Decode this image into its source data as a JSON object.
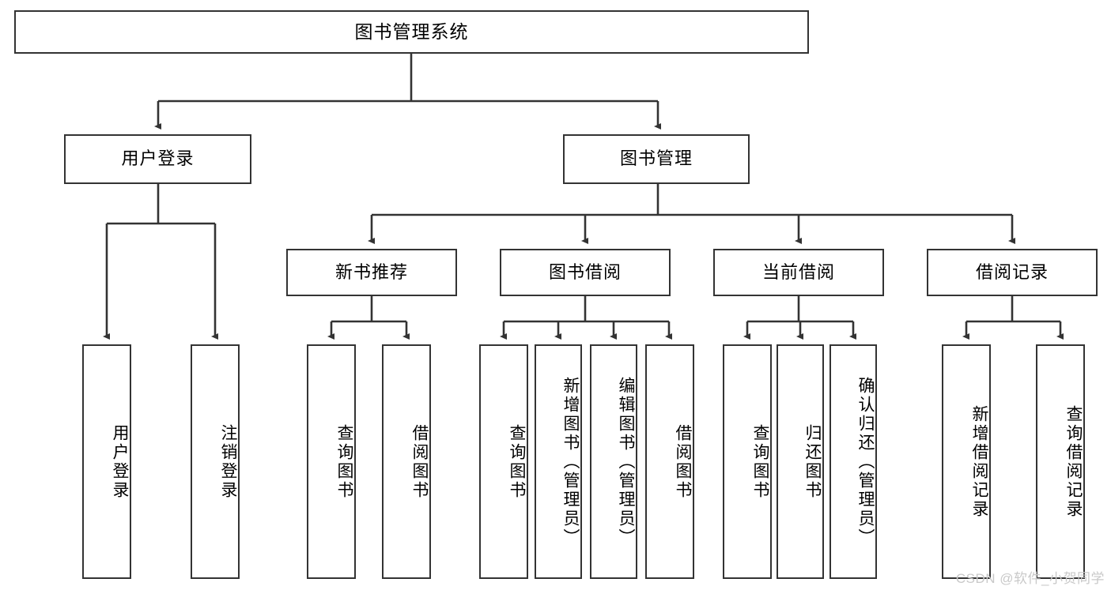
{
  "diagram": {
    "type": "tree-hierarchy",
    "root": {
      "label": "图书管理系统"
    },
    "level2": [
      {
        "label": "用户登录"
      },
      {
        "label": "图书管理"
      }
    ],
    "level3": [
      {
        "label": "新书推荐"
      },
      {
        "label": "图书借阅"
      },
      {
        "label": "当前借阅"
      },
      {
        "label": "借阅记录"
      }
    ],
    "leaves": {
      "user_login": [
        {
          "label": "用户登录"
        },
        {
          "label": "注销登录"
        }
      ],
      "new_book_recommend": [
        {
          "label": "查询图书"
        },
        {
          "label": "借阅图书"
        }
      ],
      "book_borrow": [
        {
          "label": "查询图书"
        },
        {
          "label": "新增图书（管理员）"
        },
        {
          "label": "编辑图书（管理员）"
        },
        {
          "label": "借阅图书"
        }
      ],
      "current_borrow": [
        {
          "label": "查询图书"
        },
        {
          "label": "归还图书"
        },
        {
          "label": "确认归还（管理员）"
        }
      ],
      "borrow_record": [
        {
          "label": "新增借阅记录"
        },
        {
          "label": "查询借阅记录"
        }
      ]
    }
  },
  "watermark": {
    "text": "CSDN @软件_小贺同学"
  },
  "colors": {
    "stroke": "#333333",
    "box_fill": "#ffffff",
    "text": "#000000",
    "watermark": "#c9c9c9"
  }
}
